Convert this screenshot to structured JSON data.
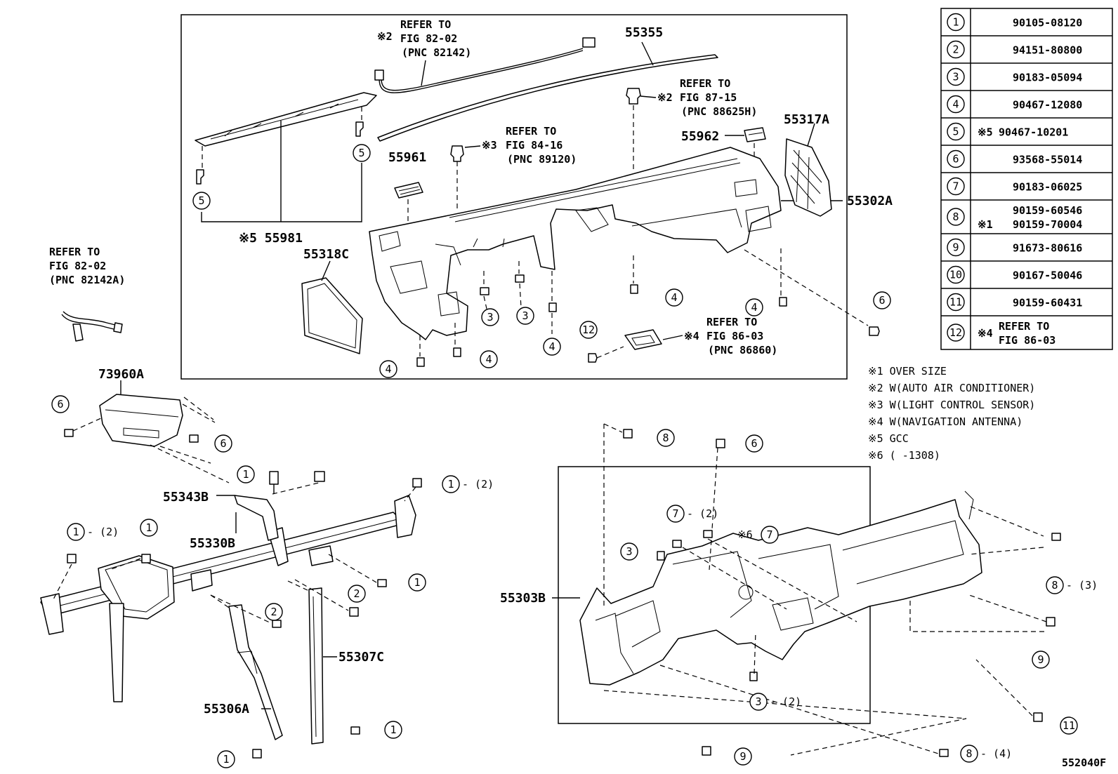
{
  "figure_code": "552040F",
  "pnc_labels": [
    {
      "text": "55355"
    },
    {
      "text": "55317A"
    },
    {
      "text": "55962"
    },
    {
      "text": "55961"
    },
    {
      "text": "55302A"
    },
    {
      "text": "※5 55981"
    },
    {
      "text": "55318C"
    },
    {
      "text": "73960A"
    },
    {
      "text": "55343B"
    },
    {
      "text": "55330B"
    },
    {
      "text": "55307C"
    },
    {
      "text": "55306A"
    },
    {
      "text": "55303B"
    }
  ],
  "references": [
    {
      "mark": "※2",
      "lines": [
        "REFER TO",
        "FIG 82-02",
        "(PNC 82142)"
      ]
    },
    {
      "mark": "※2",
      "lines": [
        "REFER TO",
        "FIG 87-15",
        "(PNC 88625H)"
      ]
    },
    {
      "mark": "※3",
      "lines": [
        "REFER TO",
        "FIG 84-16",
        "(PNC 89120)"
      ]
    },
    {
      "mark": "",
      "lines": [
        "REFER TO",
        "FIG 82-02",
        "(PNC 82142A)"
      ]
    },
    {
      "mark": "※4",
      "lines": [
        "REFER TO",
        "FIG 86-03",
        "(PNC 86860)"
      ]
    }
  ],
  "callouts": [
    {
      "n": "5",
      "qty": ""
    },
    {
      "n": "5",
      "qty": ""
    },
    {
      "n": "3",
      "qty": ""
    },
    {
      "n": "3",
      "qty": ""
    },
    {
      "n": "4",
      "qty": ""
    },
    {
      "n": "4",
      "qty": ""
    },
    {
      "n": "4",
      "qty": ""
    },
    {
      "n": "4",
      "qty": ""
    },
    {
      "n": "4",
      "qty": ""
    },
    {
      "n": "12",
      "qty": ""
    },
    {
      "n": "6",
      "qty": ""
    },
    {
      "n": "6",
      "qty": ""
    },
    {
      "n": "6",
      "qty": ""
    },
    {
      "n": "1",
      "qty": ""
    },
    {
      "n": "1",
      "qty": "- (2)"
    },
    {
      "n": "1",
      "qty": "- (2)"
    },
    {
      "n": "1",
      "qty": ""
    },
    {
      "n": "1",
      "qty": ""
    },
    {
      "n": "2",
      "qty": ""
    },
    {
      "n": "2",
      "qty": ""
    },
    {
      "n": "1",
      "qty": ""
    },
    {
      "n": "1",
      "qty": ""
    },
    {
      "n": "8",
      "qty": ""
    },
    {
      "n": "6",
      "qty": ""
    },
    {
      "n": "7",
      "qty": "- (2)"
    },
    {
      "n": "7",
      "qty": ""
    },
    {
      "n": "3",
      "qty": ""
    },
    {
      "n": "8",
      "qty": "- (3)"
    },
    {
      "n": "9",
      "qty": ""
    },
    {
      "n": "3",
      "qty": "- (2)"
    },
    {
      "n": "11",
      "qty": ""
    },
    {
      "n": "9",
      "qty": ""
    },
    {
      "n": "8",
      "qty": "- (4)"
    }
  ],
  "callout_7_mark": "※6",
  "parts_table": [
    {
      "n": "1",
      "mark": "",
      "part": "90105-08120"
    },
    {
      "n": "2",
      "mark": "",
      "part": "94151-80800"
    },
    {
      "n": "3",
      "mark": "",
      "part": "90183-05094"
    },
    {
      "n": "4",
      "mark": "",
      "part": "90467-12080"
    },
    {
      "n": "5",
      "mark": "※5",
      "part": "90467-10201"
    },
    {
      "n": "6",
      "mark": "",
      "part": "93568-55014"
    },
    {
      "n": "7",
      "mark": "",
      "part": "90183-06025"
    },
    {
      "n": "8",
      "mark": "",
      "part": "90159-60546",
      "mark2": "※1",
      "part2": "90159-70004"
    },
    {
      "n": "9",
      "mark": "",
      "part": "91673-80616"
    },
    {
      "n": "10",
      "mark": "",
      "part": "90167-50046"
    },
    {
      "n": "11",
      "mark": "",
      "part": "90159-60431"
    },
    {
      "n": "12",
      "mark": "※4",
      "part": "REFER TO",
      "part2": "FIG 86-03"
    }
  ],
  "notes": [
    "※1 OVER SIZE",
    "※2 W(AUTO AIR CONDITIONER)",
    "※3 W(LIGHT CONTROL SENSOR)",
    "※4 W(NAVIGATION ANTENNA)",
    "※5 GCC",
    "※6 (      -1308)"
  ]
}
